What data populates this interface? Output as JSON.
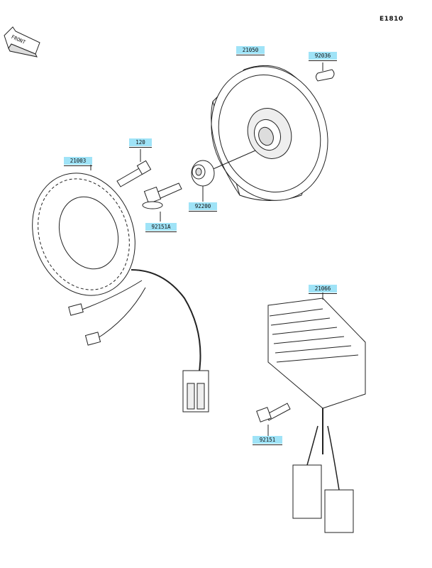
{
  "diagram": {
    "code": "E1810",
    "front_label": "FRONT"
  },
  "parts": [
    {
      "id": "flywheel",
      "label": "21050"
    },
    {
      "id": "key",
      "label": "92036"
    },
    {
      "id": "bolt-120",
      "label": "120"
    },
    {
      "id": "stator",
      "label": "21003"
    },
    {
      "id": "washer",
      "label": "92200"
    },
    {
      "id": "flange-bolt",
      "label": "92151A"
    },
    {
      "id": "regulator",
      "label": "21066"
    },
    {
      "id": "regulator-bolt",
      "label": "92151"
    }
  ],
  "colors": {
    "label_bg": "#9fe3f7",
    "line": "#222222"
  }
}
